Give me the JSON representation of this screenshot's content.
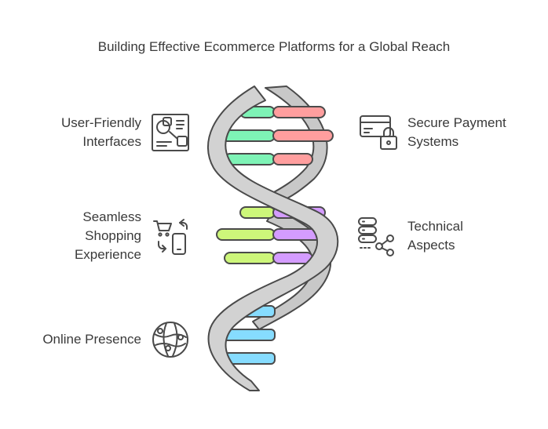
{
  "title": "Building Effective Ecommerce Platforms for a Global Reach",
  "items": [
    {
      "lines": [
        "User-Friendly",
        "Interfaces"
      ],
      "icon": "interface-layout-icon"
    },
    {
      "lines": [
        "Secure Payment",
        "Systems"
      ],
      "icon": "payment-card-lock-icon"
    },
    {
      "lines": [
        "Seamless",
        "Shopping",
        "Experience"
      ],
      "icon": "cart-mobile-sync-icon"
    },
    {
      "lines": [
        "Technical",
        "Aspects"
      ],
      "icon": "server-network-icon"
    },
    {
      "lines": [
        "Online Presence"
      ],
      "icon": "globe-network-icon"
    }
  ],
  "colors": {
    "strand": "#d2d2d2",
    "stroke": "#4a4a4a",
    "green": "#7ef3b6",
    "red": "#ff9e9e",
    "lime": "#cdf67a",
    "purple": "#d49cff",
    "blue": "#86dcff"
  }
}
